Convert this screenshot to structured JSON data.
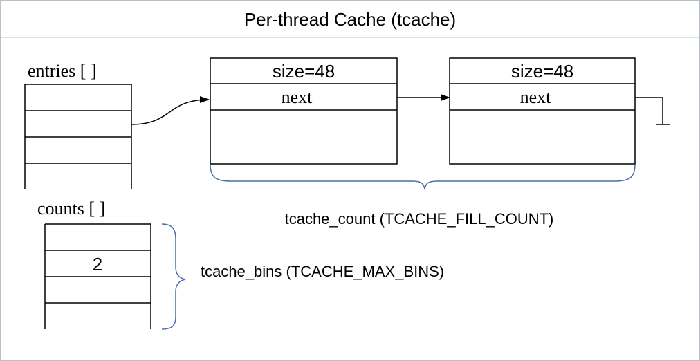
{
  "title": "Per-thread Cache (tcache)",
  "entries_label": "entries [ ]",
  "counts_label": "counts [ ]",
  "counts_values": [
    "",
    "2",
    "",
    ""
  ],
  "chunks": [
    {
      "size_label": "size=48",
      "next_label": "next"
    },
    {
      "size_label": "size=48",
      "next_label": "next"
    }
  ],
  "tcache_count_label": "tcache_count (TCACHE_FILL_COUNT)",
  "tcache_bins_label": "tcache_bins (TCACHE_MAX_BINS)",
  "colors": {
    "line": "#000000",
    "brace": "#4a6da7",
    "border": "#b8c0cc"
  }
}
